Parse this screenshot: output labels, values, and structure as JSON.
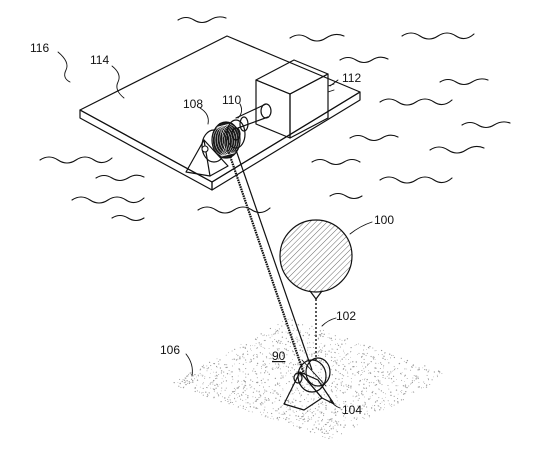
{
  "labels": {
    "l100": "100",
    "l102": "102",
    "l104": "104",
    "l106": "106",
    "l108": "108",
    "l110": "110",
    "l112": "112",
    "l114": "114",
    "l116": "116",
    "l90": "90"
  },
  "colors": {
    "line": "#111111",
    "seabed_stipple": "#9a9a9a",
    "balloon_hatch": "#444444",
    "background": "#ffffff"
  }
}
